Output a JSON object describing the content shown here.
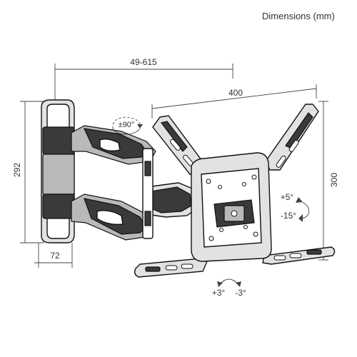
{
  "title": "Dimensions (mm)",
  "dimensions": {
    "reach": "49-615",
    "vesa_width": "400",
    "vesa_height": "300",
    "wall_plate_height": "292",
    "wall_plate_width": "72"
  },
  "adjustments": {
    "swivel": "±90°",
    "tilt_up": "+5°",
    "tilt_down": "-15°",
    "roll_pos": "+3°",
    "roll_neg": "-3°"
  }
}
